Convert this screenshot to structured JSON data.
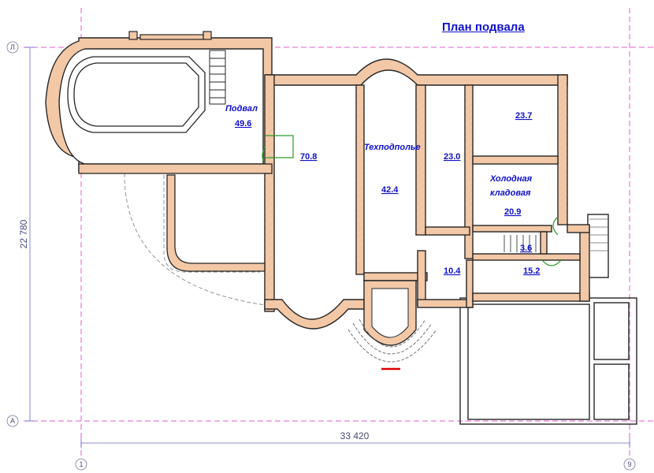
{
  "title": "План подвала",
  "rooms": {
    "podval_name": "Подвал",
    "podval_area": "49.6",
    "hall_area": "70.8",
    "tekhpodpole_name": "Техподполье",
    "tekhpodpole_area": "42.4",
    "room_23_0": "23.0",
    "room_23_7": "23.7",
    "kladovaya_name_1": "Холодная",
    "kladovaya_name_2": "кладовая",
    "kladovaya_area": "20.9",
    "stair_area": "3.6",
    "room_10_4": "10.4",
    "room_15_2": "15.2"
  },
  "dimensions": {
    "width": "33 420",
    "height": "22 780"
  },
  "axes": {
    "top": "Л",
    "bottom": "А",
    "left": "1",
    "right": "9"
  },
  "colors": {
    "wall_fill": "#f3c8a6",
    "wall_stroke": "#262626",
    "axis_line": "#e060d0",
    "label": "#1010c8",
    "door": "#2a9a2a"
  }
}
